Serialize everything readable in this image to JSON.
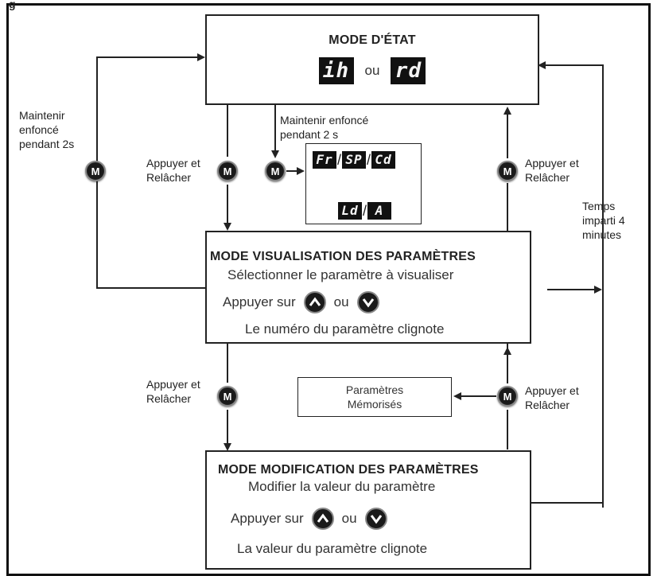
{
  "fig_label": "g",
  "status_mode": {
    "title": "MODE D'ÉTAT",
    "display_left": "ih",
    "connector": "ou",
    "display_right": "rd"
  },
  "hold_label_left": "Maintenir enfoncé pendant 2s",
  "hold_label_center": "Maintenir enfoncé pendant 2 s",
  "press_release_left_top": "Appuyer et Relâcher",
  "press_release_right_top": "Appuyer et Relâcher",
  "press_release_left_bottom": "Appuyer et Relâcher",
  "press_release_right_bottom": "Appuyer et Relâcher",
  "timeout_label": "Temps imparti 4 minutes",
  "mode_button_label": "M",
  "display_panel": {
    "top": [
      "Fr",
      "SP",
      "Cd"
    ],
    "bottom": [
      "Ld",
      "A"
    ]
  },
  "view_mode": {
    "title": "MODE VISUALISATION DES PARAMÈTRES",
    "line1": "Sélectionner le paramètre à visualiser",
    "press_prefix": "Appuyer sur",
    "connector": "ou",
    "line3": "Le numéro du paramètre clignote"
  },
  "saved_params": "Paramètres Mémorisés",
  "edit_mode": {
    "title": "MODE MODIFICATION DES PARAMÈTRES",
    "line1": "Modifier la valeur du paramètre",
    "press_prefix": "Appuyer sur",
    "connector": "ou",
    "line3": "La valeur du paramètre clignote"
  }
}
